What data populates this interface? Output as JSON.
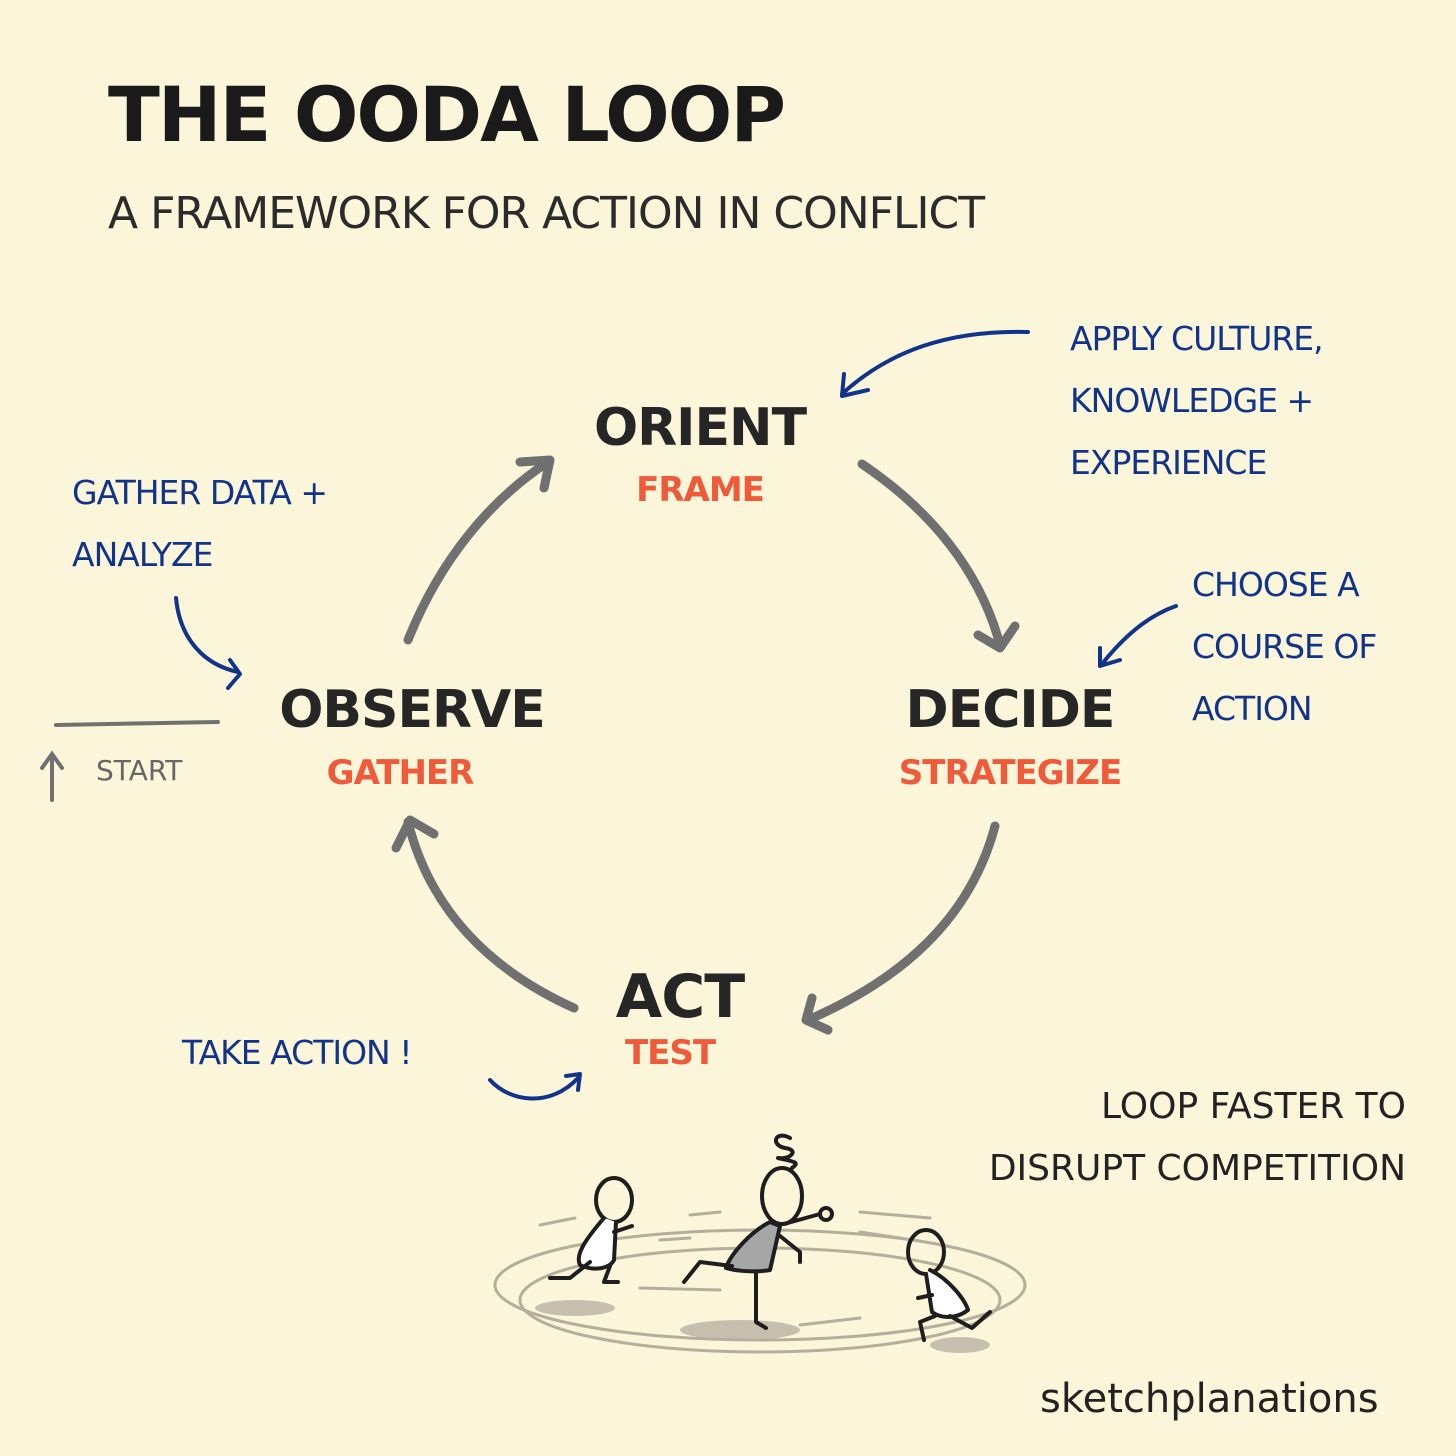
{
  "header": {
    "title": "THE OODA LOOP",
    "subtitle": "A FRAMEWORK FOR ACTION IN CONFLICT"
  },
  "colors": {
    "background": "#fbf5d9",
    "stage_text": "#262626",
    "stage_subtitle": "#ef5a3a",
    "annotation": "#12338a",
    "loop_arrow": "#707070"
  },
  "loop": {
    "stages": [
      {
        "name": "ORIENT",
        "subtitle": "FRAME"
      },
      {
        "name": "DECIDE",
        "subtitle": "STRATEGIZE"
      },
      {
        "name": "ACT",
        "subtitle": "TEST"
      },
      {
        "name": "OBSERVE",
        "subtitle": "GATHER"
      }
    ],
    "start_label": "START"
  },
  "annotations": {
    "orient": [
      "APPLY CULTURE,",
      "KNOWLEDGE +",
      "EXPERIENCE"
    ],
    "decide": [
      "CHOOSE A",
      "COURSE OF",
      "ACTION"
    ],
    "act": [
      "TAKE ACTION !"
    ],
    "observe": [
      "GATHER DATA +",
      "ANALYZE"
    ]
  },
  "footer": {
    "tagline": [
      "LOOP FASTER TO",
      "DISRUPT COMPETITION"
    ],
    "brand": "sketchplanations"
  },
  "icons": {
    "loop_arrows": "curved-arrow-icon",
    "pointer_arrows": "hand-drawn-arrow-icon",
    "illustration": "running-stick-figures"
  }
}
